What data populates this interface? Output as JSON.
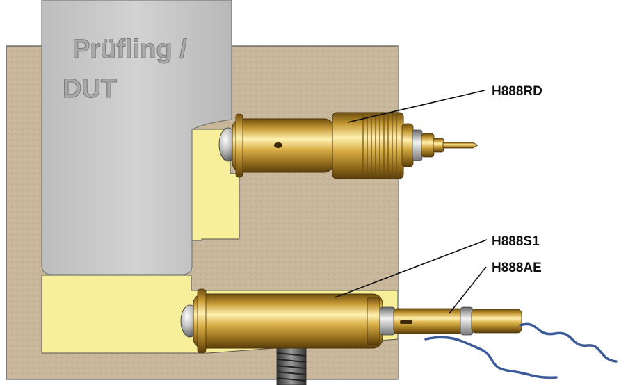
{
  "dut": {
    "line1": "Prüfling /",
    "line2": "DUT"
  },
  "labels": {
    "top_probe": "H888RD",
    "bottom_probe": "H888S1",
    "bottom_receptacle": "H888AE"
  },
  "colors": {
    "block": "#c9b79c",
    "insulator": "#f7ef9a",
    "dut": "#c8c8c8",
    "brass": "#c9a23c",
    "cable": "#3b5a9a"
  }
}
